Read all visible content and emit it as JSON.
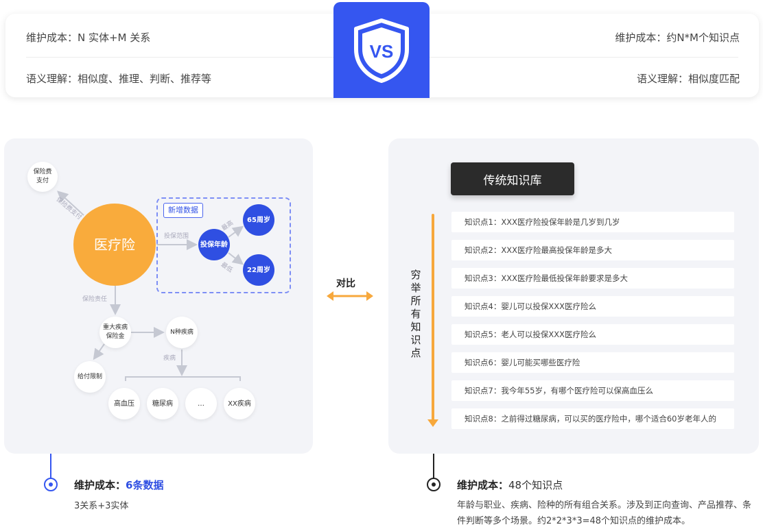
{
  "top": {
    "left_cost": "维护成本：N 实体+M 关系",
    "left_semantic": "语义理解：相似度、推理、判断、推荐等",
    "right_cost": "维护成本：约N*M个知识点",
    "right_semantic": "语义理解：相似度匹配",
    "vs_label": "VS",
    "vs_icon": "shield-vs-icon"
  },
  "graph": {
    "main_node": "医疗险",
    "payment_node": "保险费\n支付",
    "payment_edge": "保险费支付",
    "responsibility_edge": "保险责任",
    "new_data_tag": "新增数据",
    "scope_edge": "投保范围",
    "age_node": "投保年龄",
    "max_edge": "最高",
    "min_edge": "最低",
    "age_max": "65周岁",
    "age_min": "22周岁",
    "critical_node": "重大疾病\n保险金",
    "n_disease_node": "N种疾病",
    "disease_edge": "疾病",
    "pay_limit_node": "给付限制",
    "diseases": [
      "高血压",
      "糖尿病",
      "…",
      "XX疾病"
    ]
  },
  "compare_label": "对比",
  "kb": {
    "title": "传统知识库",
    "enum_text": "穷举所有知识点",
    "points": [
      "知识点1：XXX医疗险投保年龄是几岁到几岁",
      "知识点2：XXX医疗险最高投保年龄是多大",
      "知识点3：XXX医疗险最低投保年龄要求是多大",
      "知识点4：婴儿可以投保XXX医疗险么",
      "知识点5：老人可以投保XXX医疗险么",
      "知识点6：婴儿可能买哪些医疗险",
      "知识点7：我今年55岁，有哪个医疗险可以保高血压么",
      "知识点8：之前得过糖尿病，可以买的医疗险中，哪个适合60岁老年人的"
    ]
  },
  "bottom": {
    "left_label": "维护成本：",
    "left_value": "6条数据",
    "left_desc": "3关系+3实体",
    "right_label": "维护成本：",
    "right_value": "48个知识点",
    "right_desc": "年龄与职业、疾病、险种的所有组合关系。涉及到正向查询、产品推荐、条件判断等多个场景。约2*2*3*3=48个知识点的维护成本。"
  },
  "colors": {
    "brand_blue": "#3556f0",
    "orange": "#f9ab3c",
    "dark": "#2b2b2b"
  }
}
